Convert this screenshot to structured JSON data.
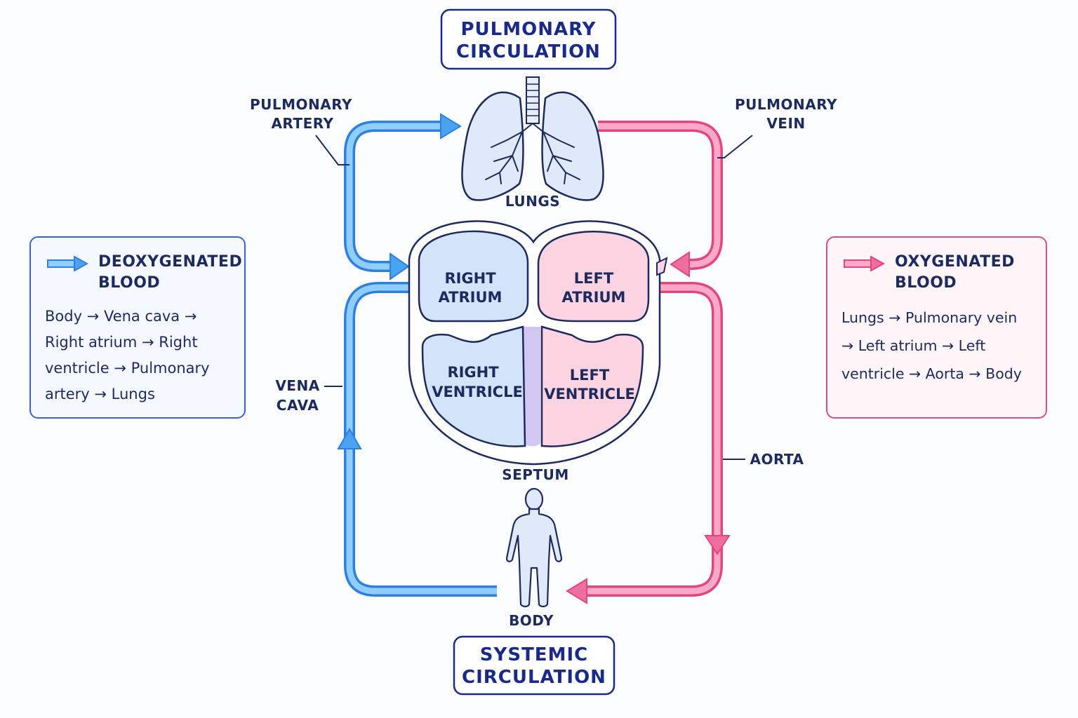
{
  "titles": {
    "pulmonary_line1": "PULMONARY",
    "pulmonary_line2": "CIRCULATION",
    "systemic_line1": "SYSTEMIC",
    "systemic_line2": "CIRCULATION"
  },
  "labels": {
    "pulmonary_artery_line1": "PULMONARY",
    "pulmonary_artery_line2": "ARTERY",
    "pulmonary_vein_line1": "PULMONARY",
    "pulmonary_vein_line2": "VEIN",
    "lungs": "LUNGS",
    "vena_cava_line1": "VENA",
    "vena_cava_line2": "CAVA",
    "aorta": "AORTA",
    "septum": "SEPTUM",
    "body": "BODY"
  },
  "chambers": {
    "right_atrium_line1": "RIGHT",
    "right_atrium_line2": "ATRIUM",
    "left_atrium_line1": "LEFT",
    "left_atrium_line2": "ATRIUM",
    "right_ventricle_line1": "RIGHT",
    "right_ventricle_line2": "VENTRICLE",
    "left_ventricle_line1": "LEFT",
    "left_ventricle_line2": "VENTRICLE"
  },
  "legend_deoxygenated": {
    "title_line1": "DEOXYGENATED",
    "title_line2": "BLOOD",
    "path": "Body → Vena cava → Right atrium → Right ventricle → Pulmonary artery → Lungs"
  },
  "legend_oxygenated": {
    "title_line1": "OXYGENATED",
    "title_line2": "BLOOD",
    "path": "Lungs → Pulmonary vein → Left atrium → Left ventricle → Aorta → Body"
  },
  "colors": {
    "deoxygenated": "#4aa3f0",
    "oxygenated": "#ee6f9f",
    "outline": "#1c2a5e",
    "title_text": "#1a2a8a"
  }
}
